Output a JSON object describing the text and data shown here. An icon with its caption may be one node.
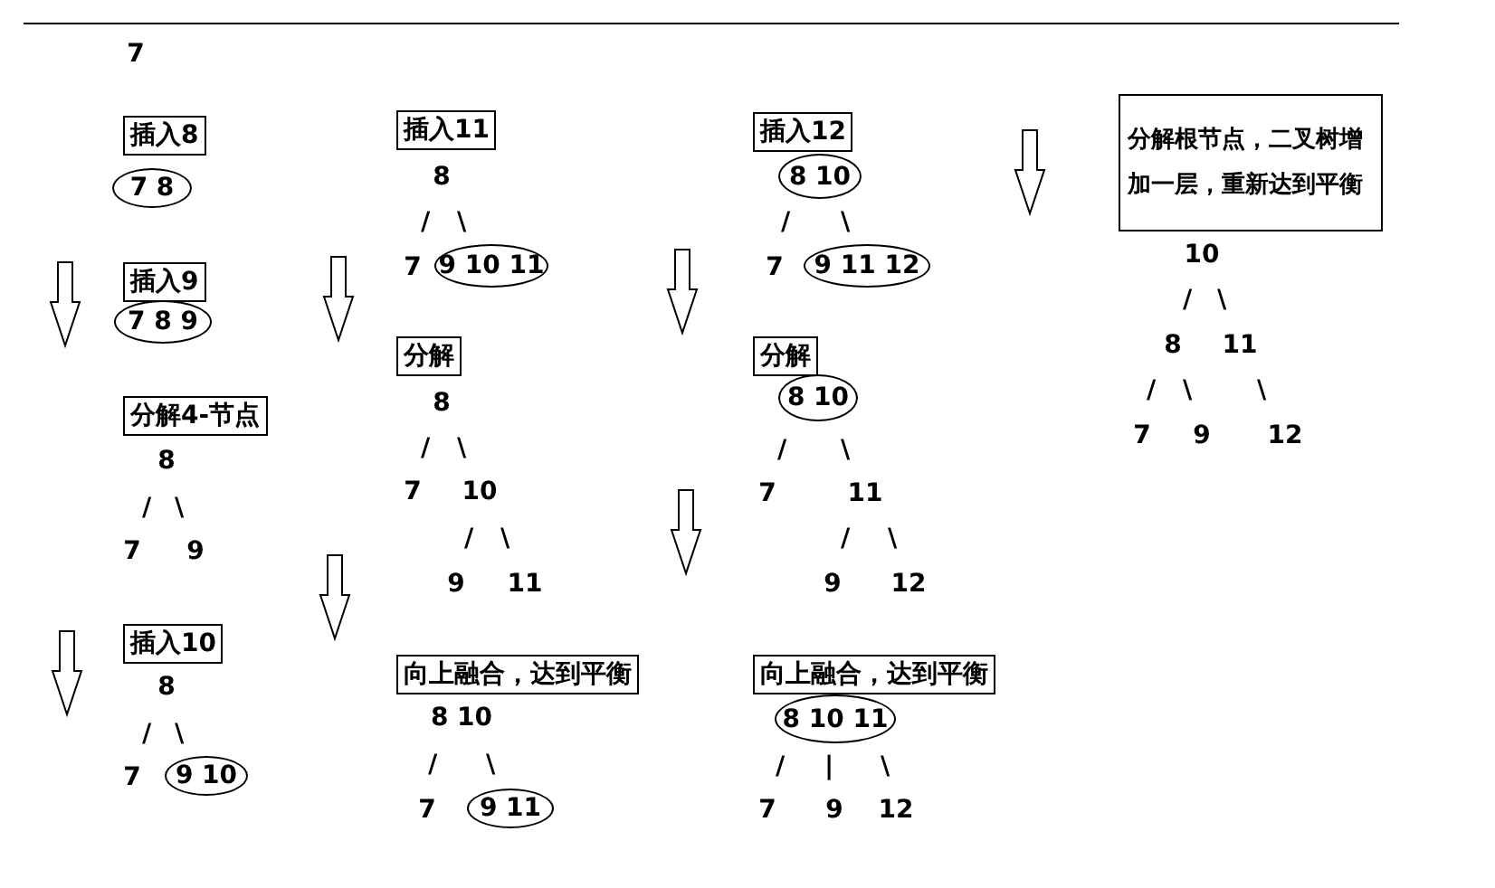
{
  "diagram": {
    "nodes": [
      {
        "text": [
          "插入8"
        ]
      },
      {
        "text": [
          "7 8"
        ]
      },
      {
        "text": [
          "插入9"
        ]
      },
      {
        "text": [
          "7 8 9"
        ]
      },
      {
        "text": [
          "分解4-节点"
        ]
      },
      {
        "text": [
          "插入10"
        ]
      },
      {
        "text": [
          "9 10"
        ]
      },
      {
        "text": [
          "插入11"
        ]
      },
      {
        "text": [
          "9 10 11"
        ]
      },
      {
        "text": [
          "分解"
        ]
      },
      {
        "text": [
          "向上融合，达到平衡"
        ]
      },
      {
        "text": [
          "9 11"
        ]
      },
      {
        "text": [
          "插入12"
        ]
      },
      {
        "text": [
          "8 10"
        ]
      },
      {
        "text": [
          "9 11 12"
        ]
      },
      {
        "text": [
          "分解"
        ]
      },
      {
        "text": [
          "8 10"
        ]
      },
      {
        "text": [
          "向上融合，达到平衡"
        ]
      },
      {
        "text": [
          "8 10 11"
        ]
      },
      {
        "text": [
          "分解根节点，二叉树增加一层，重新达到平衡"
        ]
      }
    ],
    "labels": [
      "7",
      "8",
      "/",
      "\\",
      "7",
      "9",
      "8",
      "/",
      "\\",
      "7",
      "8",
      "/",
      "\\",
      "7",
      "8",
      "/",
      "\\",
      "7",
      "10",
      "/",
      "\\",
      "9",
      "11",
      "8 10",
      "/",
      "\\",
      "7",
      "/",
      "\\",
      "7",
      "/",
      "\\",
      "7",
      "11",
      "/",
      "\\",
      "9",
      "12",
      "/",
      "|",
      "\\",
      "7",
      "9",
      "12",
      "10",
      "/",
      "\\",
      "8",
      "11",
      "/",
      "\\",
      "\\",
      "7",
      "9",
      "12"
    ]
  }
}
